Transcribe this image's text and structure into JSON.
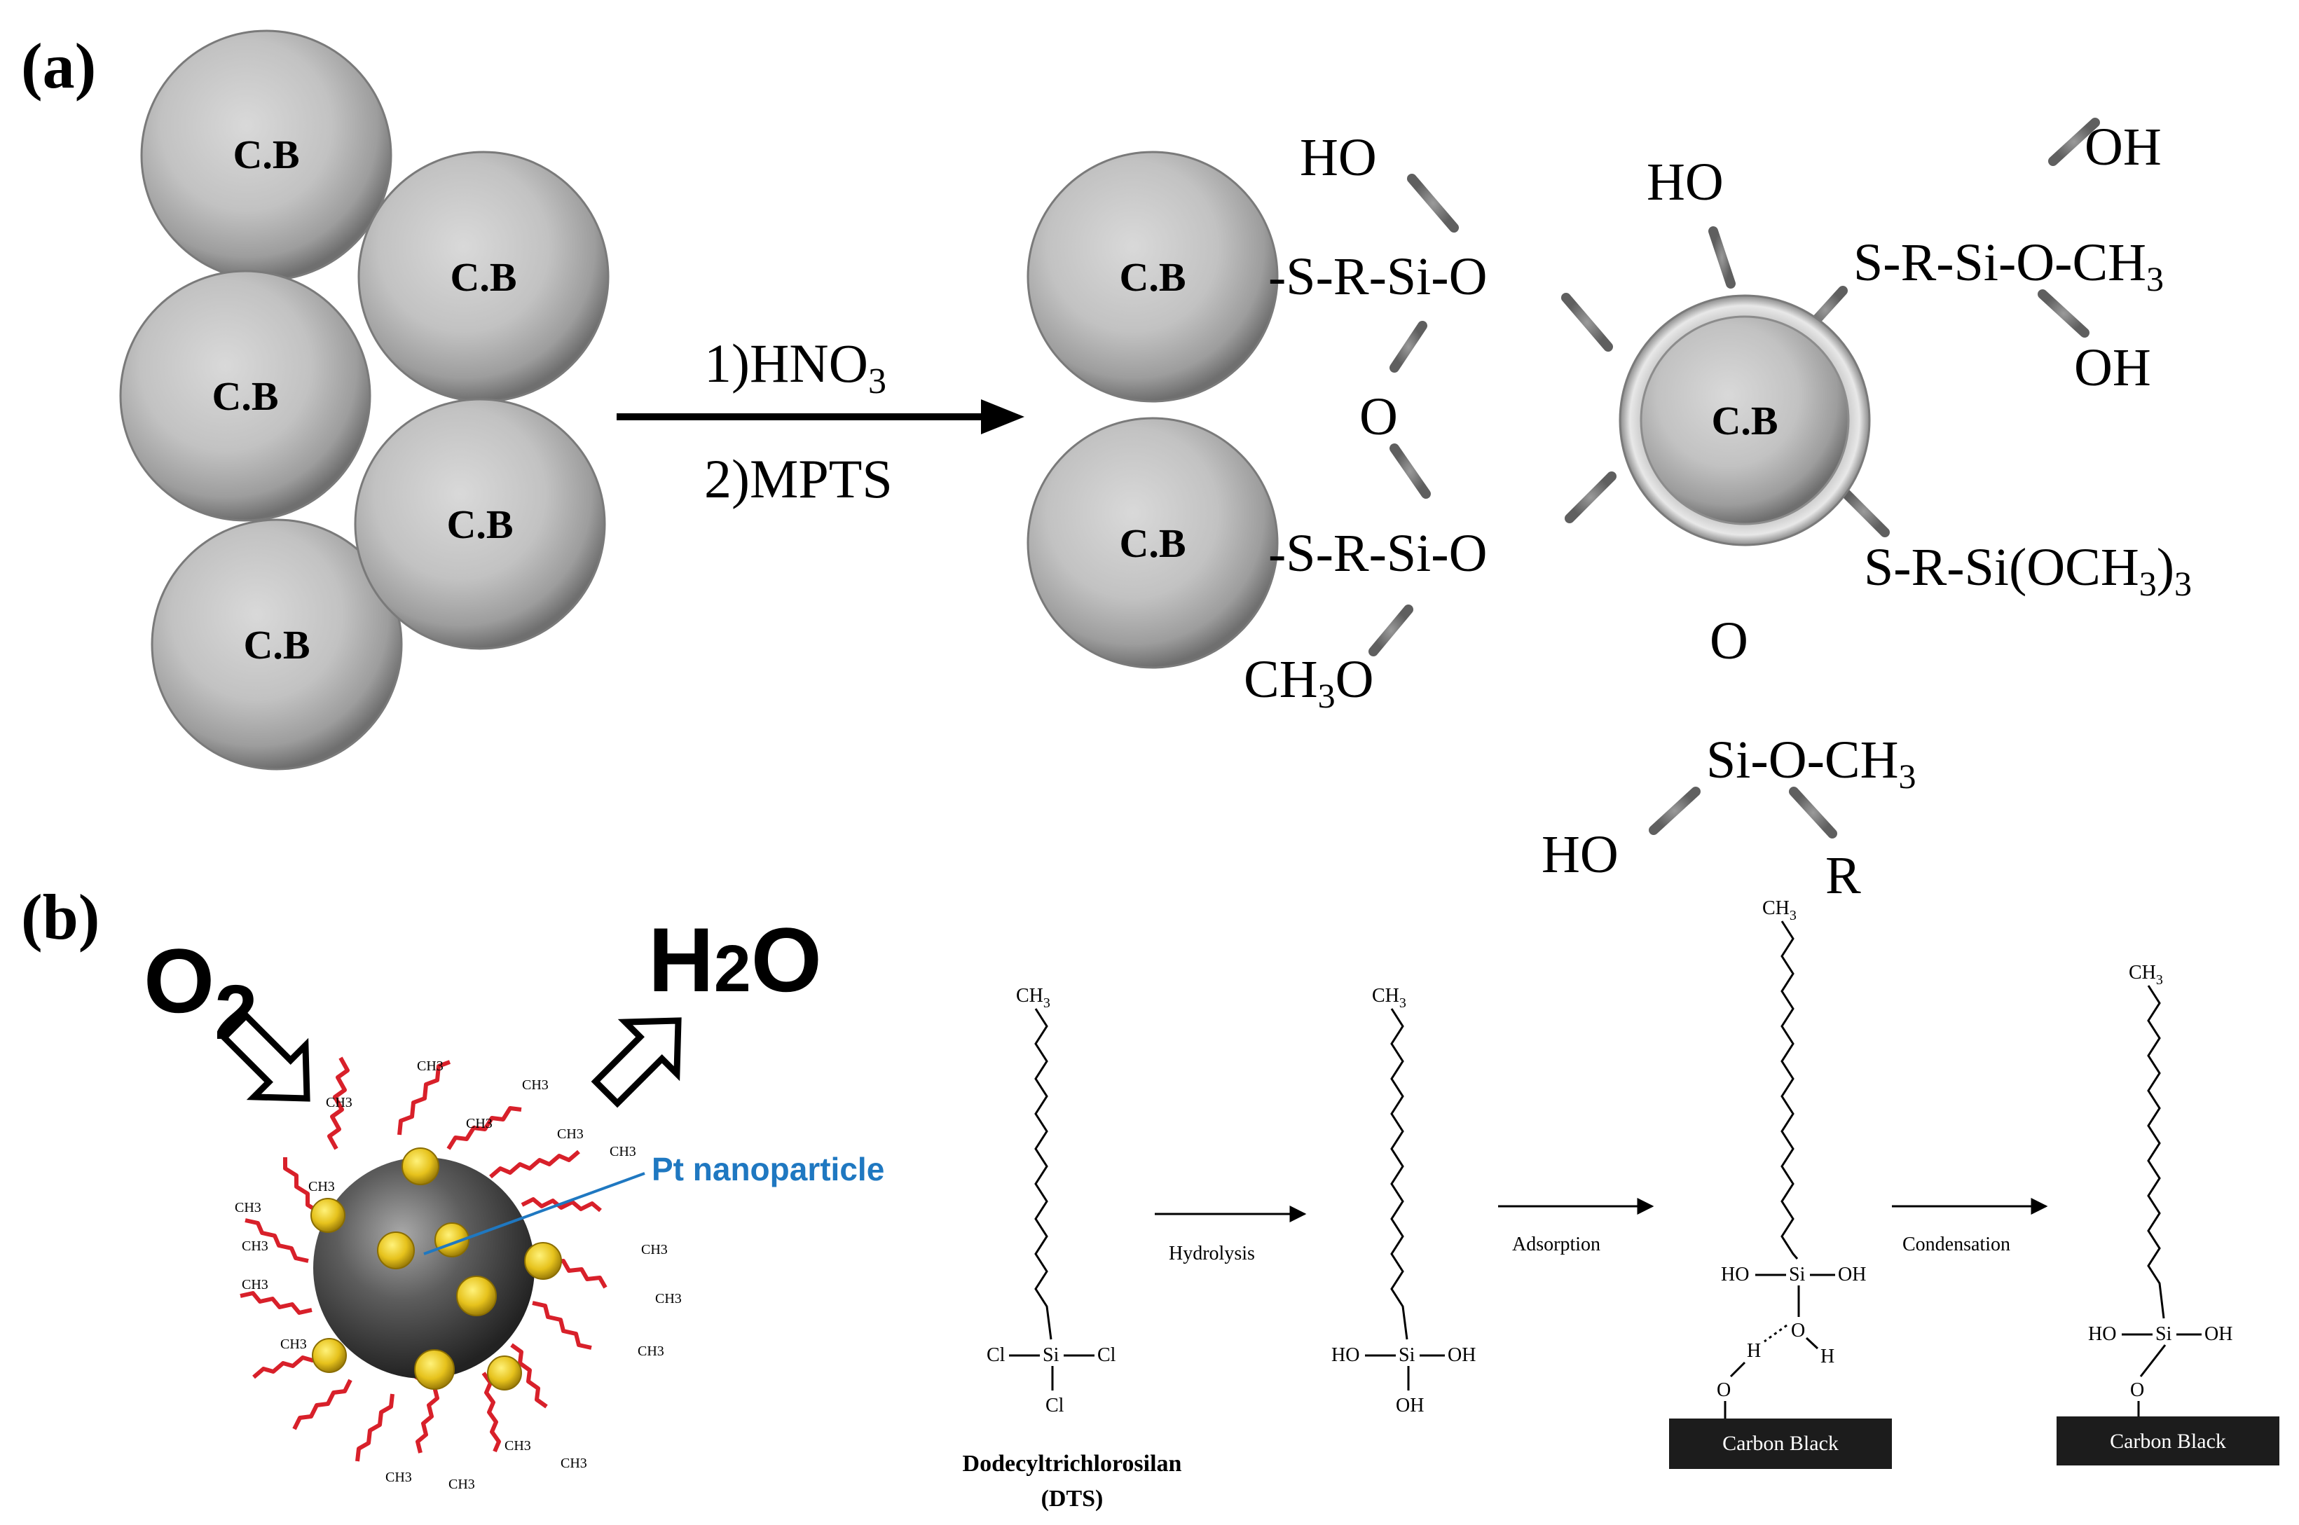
{
  "panel_a": {
    "label": "(a)",
    "particle_label": "C.B",
    "reagent_1": "1)HNO",
    "reagent_1_sub": "3",
    "reagent_2": "2)MPTS",
    "product": {
      "ho_top_left": "HO",
      "chain_top_left": "-S-R-Si-O",
      "bridge_o": "O",
      "chain_mid_left": "-S-R-Si-O",
      "ch3o_main": "CH",
      "ch3o_sub": "3",
      "ch3o_end": "O",
      "ho_top_center": "HO",
      "oh_top_right": "OH",
      "chain_top_right": "S-R-Si-O-CH",
      "chain_top_right_sub": "3",
      "oh_right": "OH",
      "chain_right": "S-R-Si(OCH",
      "chain_right_sub": "3",
      "chain_right_end": ")",
      "chain_right_sub2": "3",
      "o_bottom": "O",
      "si_bottom": "Si-O-CH",
      "si_bottom_sub": "3",
      "ho_bottom": "HO",
      "r_bottom": "R"
    }
  },
  "panel_b": {
    "label": "(b)",
    "o2_main": "O",
    "o2_sub": "2",
    "h2o_h": "H",
    "h2o_sub": "2",
    "h2o_o": "O",
    "ch3_small": "CH3",
    "pt_label": "Pt nanoparticle",
    "ch3": "CH",
    "ch3_sub": "3",
    "cl": "Cl",
    "si": "Si",
    "ho": "HO",
    "oh": "OH",
    "o": "O",
    "h": "H",
    "step_hydrolysis": "Hydrolysis",
    "step_adsorption": "Adsorption",
    "step_condensation": "Condensation",
    "dts_name": "Dodecyltrichlorosilan",
    "dts_abbr": "(DTS)",
    "carbon_black": "Carbon Black"
  },
  "colors": {
    "chain_red": "#d8202a",
    "pt_gold": "#e6c21c",
    "pt_label_blue": "#1f78c1",
    "carbon_black_box": "#1c1c1c"
  }
}
